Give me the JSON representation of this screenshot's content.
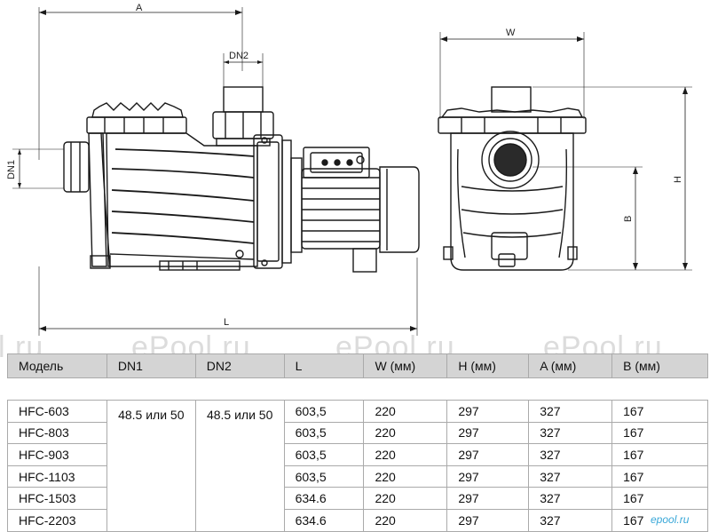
{
  "drawing": {
    "dimension_labels": {
      "A": "A",
      "DN2": "DN2",
      "DN1": "DN1",
      "L": "L",
      "W": "W",
      "H": "H",
      "B": "B"
    }
  },
  "watermark": {
    "texts": [
      "l.ru",
      "ePool.ru",
      "ePool.ru",
      "ePool.ru"
    ]
  },
  "table": {
    "headers": [
      "Модель",
      "DN1",
      "DN2",
      "L",
      "W (мм)",
      "H (мм)",
      "A (мм)",
      "B (мм)"
    ],
    "dn_merged": {
      "dn1": "48.5 или 50",
      "dn2": "48.5 или 50"
    },
    "rows": [
      {
        "model": "HFC-603",
        "l": "603,5",
        "w": "220",
        "h": "297",
        "a": "327",
        "b": "167"
      },
      {
        "model": "HFC-803",
        "l": "603,5",
        "w": "220",
        "h": "297",
        "a": "327",
        "b": "167"
      },
      {
        "model": "HFC-903",
        "l": "603,5",
        "w": "220",
        "h": "297",
        "a": "327",
        "b": "167"
      },
      {
        "model": "HFC-1103",
        "l": "603,5",
        "w": "220",
        "h": "297",
        "a": "327",
        "b": "167"
      },
      {
        "model": "HFC-1503",
        "l": "634.6",
        "w": "220",
        "h": "297",
        "a": "327",
        "b": "167"
      },
      {
        "model": "HFC-2203",
        "l": "634.6",
        "w": "220",
        "h": "297",
        "a": "327",
        "b": "167"
      }
    ]
  },
  "logo": {
    "text": "epool.ru"
  }
}
